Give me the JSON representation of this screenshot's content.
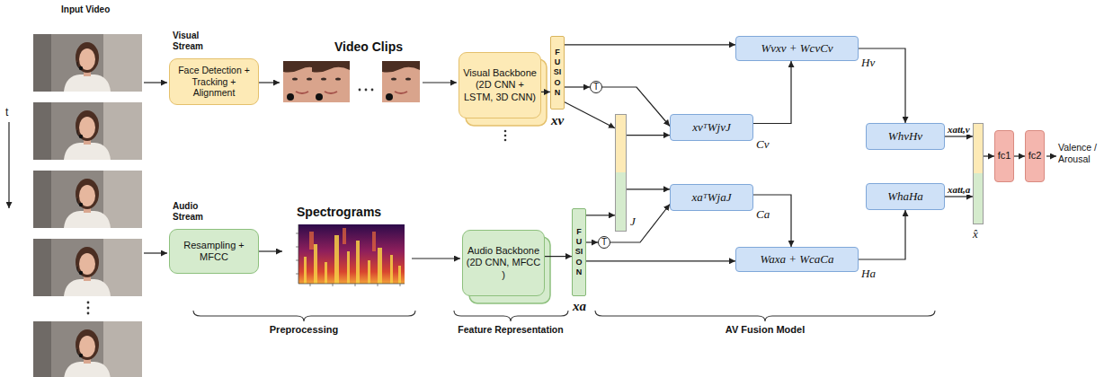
{
  "diagram": {
    "nodes": [
      {
        "text": [
          "Face Detection + Tracking + Alignment"
        ]
      },
      {
        "text": [
          "Visual Backbone (2D CNN + LSTM, 3D CNN)"
        ]
      },
      {
        "text": [
          "FUSION"
        ]
      },
      {
        "text": [
          "T"
        ]
      },
      {
        "text": [
          "Wvxv + WcvCv",
          "Hv"
        ]
      },
      {
        "text": [
          "xvᵀWjvJ",
          "Cv"
        ]
      },
      {
        "text": [
          "J"
        ]
      },
      {
        "text": [
          "xaᵀWjaJ",
          "Ca"
        ]
      },
      {
        "text": [
          "T"
        ]
      },
      {
        "text": [
          "Waxa + WcaCa",
          "Ha"
        ]
      },
      {
        "text": [
          "WhvHv"
        ]
      },
      {
        "text": [
          "WhaHa"
        ]
      },
      {
        "text": [
          "x̂"
        ]
      },
      {
        "text": [
          "fc1"
        ]
      },
      {
        "text": [
          "fc2"
        ]
      },
      {
        "text": [
          "Resampling + MFCC"
        ]
      },
      {
        "text": [
          "Audio Backbone (2D CNN, MFCC )"
        ]
      },
      {
        "text": [
          "FUSION"
        ]
      }
    ],
    "edges": [
      {
        "from": 1,
        "to": 2,
        "arrow": "to"
      },
      {
        "from": 2,
        "to": 4,
        "arrow": "to"
      },
      {
        "from": 2,
        "to": 3,
        "arrow": "to"
      },
      {
        "from": 2,
        "to": 6,
        "arrow": "to"
      },
      {
        "from": 3,
        "to": 5,
        "arrow": "to"
      },
      {
        "from": 6,
        "to": 5,
        "arrow": "to"
      },
      {
        "from": 5,
        "to": 4,
        "arrow": "to"
      },
      {
        "from": 6,
        "to": 7,
        "arrow": "to"
      },
      {
        "from": 17,
        "to": 8,
        "arrow": "to"
      },
      {
        "from": 8,
        "to": 7,
        "arrow": "to"
      },
      {
        "from": 17,
        "to": 6,
        "arrow": "to"
      },
      {
        "from": 17,
        "to": 9,
        "arrow": "to"
      },
      {
        "from": 7,
        "to": 9,
        "arrow": "to"
      },
      {
        "from": 4,
        "to": 10,
        "arrow": "to"
      },
      {
        "from": 9,
        "to": 11,
        "arrow": "to"
      },
      {
        "from": 10,
        "to": 12,
        "label": "xatt,v",
        "arrow": "to"
      },
      {
        "from": 11,
        "to": 12,
        "label": "xatt,a",
        "arrow": "to"
      },
      {
        "from": 12,
        "to": 13,
        "arrow": "to"
      },
      {
        "from": 13,
        "to": 14,
        "arrow": "to"
      },
      {
        "from": 16,
        "to": 17,
        "arrow": "to"
      }
    ],
    "labels": [
      "Input Video",
      "t",
      "Visual Stream",
      "Video Clips",
      "xv",
      "Audio Stream",
      "Spectrograms",
      "xa",
      "Preprocessing",
      "Feature Representation",
      "AV Fusion Model",
      "Valence / Arousal"
    ]
  }
}
